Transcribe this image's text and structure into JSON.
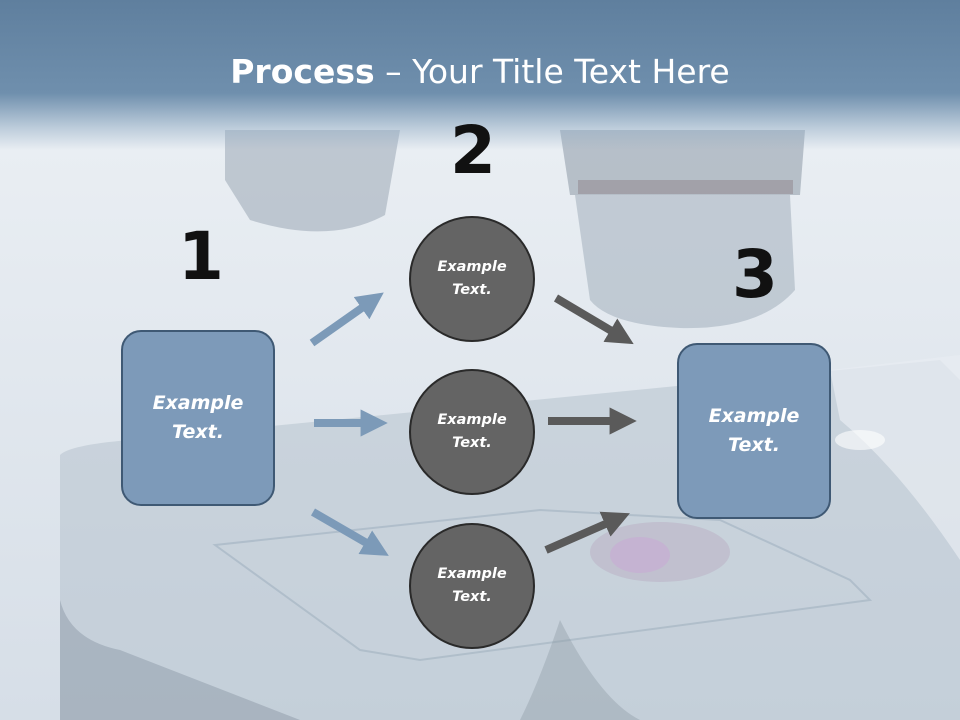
{
  "title": {
    "bold": "Process",
    "dash": " – ",
    "rest": "Your Title Text Here"
  },
  "steps": [
    {
      "number": "1",
      "label": "Example Text."
    },
    {
      "number": "2"
    },
    {
      "number": "3",
      "label": "Example Text."
    }
  ],
  "circles": [
    {
      "label": "Example Text."
    },
    {
      "label": "Example Text."
    },
    {
      "label": "Example Text."
    }
  ],
  "colors": {
    "box_fill": "#7d9ab9",
    "box_border": "#3f5974",
    "circle_fill": "#646464",
    "arrow_blue": "#7c9ab8",
    "arrow_gray": "#5a5a5a",
    "title_band": "#6383a3"
  }
}
